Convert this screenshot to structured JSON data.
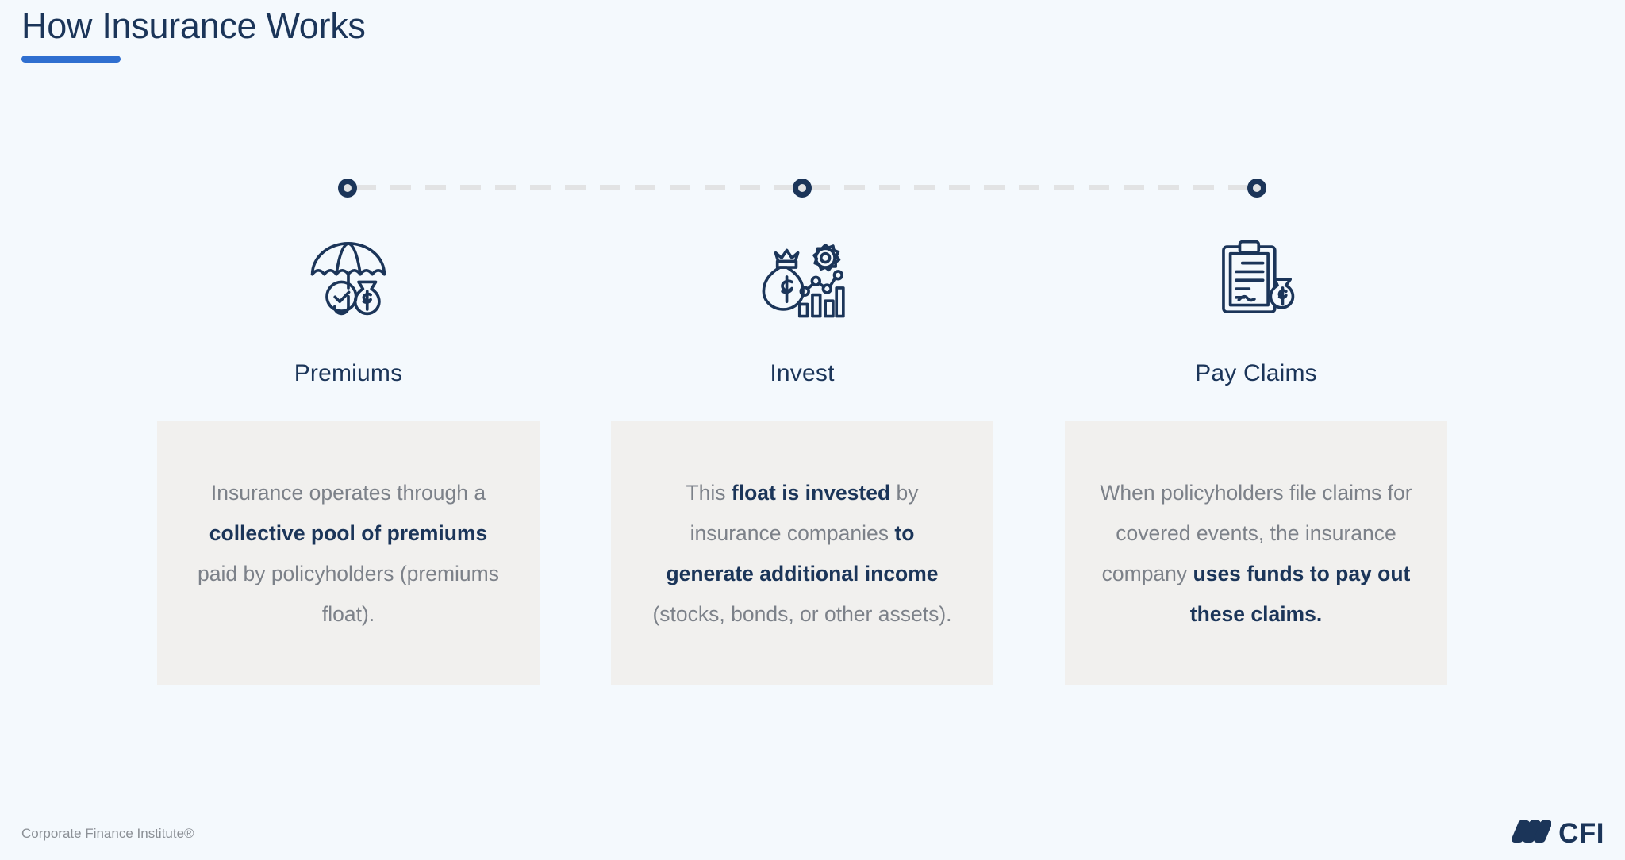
{
  "page": {
    "title": "How Insurance Works",
    "background_color": "#f4f9fd",
    "accent_color": "#2f6fd0",
    "navy_color": "#1b3559",
    "card_color": "#f1f0ee",
    "body_text_color": "#7c8189"
  },
  "timeline": {
    "dot_color": "#1b3559",
    "dot_center_color": "#e2e3e4",
    "line_color": "#e2e3e4",
    "line_style": "dashed",
    "dots": [
      "step-1",
      "step-2",
      "step-3"
    ]
  },
  "steps": [
    {
      "label": "Premiums",
      "icon": "umbrella-checkmark-money-bag-icon",
      "text_parts": [
        {
          "text": "Insurance operates through a ",
          "bold": false
        },
        {
          "text": "collective pool of premiums",
          "bold": true
        },
        {
          "text": " paid by policyholders (premiums float).",
          "bold": false
        }
      ],
      "text_plain": "Insurance operates through a collective pool of premiums paid by policyholders (premiums float)."
    },
    {
      "label": "Invest",
      "icon": "money-bag-gear-growth-chart-icon",
      "text_parts": [
        {
          "text": "This ",
          "bold": false
        },
        {
          "text": "float is invested",
          "bold": true
        },
        {
          "text": " by insurance companies ",
          "bold": false
        },
        {
          "text": "to generate additional income",
          "bold": true
        },
        {
          "text": " (stocks, bonds, or other assets).",
          "bold": false
        }
      ],
      "text_plain": "This float is invested by insurance companies to generate additional income (stocks, bonds, or other assets)."
    },
    {
      "label": "Pay Claims",
      "icon": "clipboard-claim-money-bag-icon",
      "text_parts": [
        {
          "text": "When policyholders file claims for covered events, the insurance company ",
          "bold": false
        },
        {
          "text": "uses funds to pay out these claims.",
          "bold": true
        }
      ],
      "text_plain": "When policyholders file claims for covered events, the insurance company uses funds to pay out these claims."
    }
  ],
  "footer": {
    "note": "Corporate Finance Institute®",
    "logo_text": "CFI",
    "logo_mark": "three-slanted-bars-icon"
  }
}
